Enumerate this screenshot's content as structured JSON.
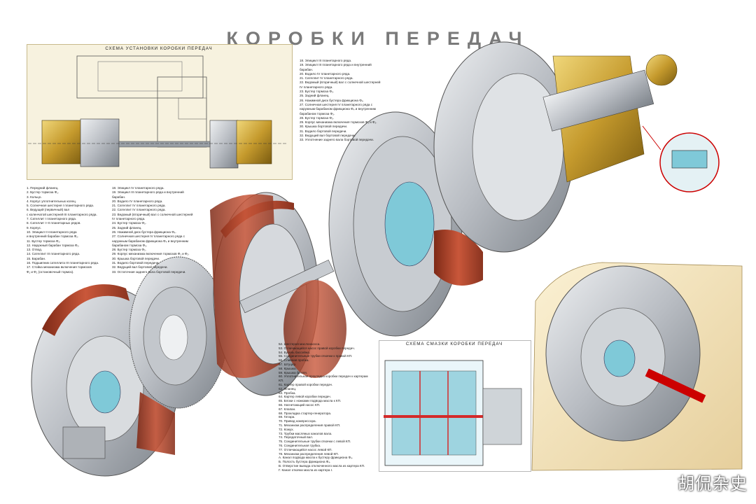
{
  "poster": {
    "title": "КОРОБКИ ПЕРЕДАЧ",
    "install_caption": "СХЕМА УСТАНОВКИ КОРОБКИ ПЕРЕДАЧ",
    "lube_caption": "СХЕМА СМАЗКИ КОРОБКИ ПЕРЕДАЧ",
    "watermark": "胡侃杂史"
  },
  "legend_left": [
    "1. Передний фланец.",
    "2. Бустер тормоза Ф₁.",
    "3. Кольцо.",
    "4. Корпус уплотнительных колец.",
    "5. Солнечная шестерня I планетарного ряда.",
    "6. Ведущий (первичный) вал",
    "   с коленчатой шестерней III планетарного ряда.",
    "7. Сателлит I планетарного ряда.",
    "8. Сателлит I–II планетарных рядов.",
    "9. Корпус.",
    "10. Эпицикл II планетарного ряда",
    "    и внутренний барабан тормоза Ф₂.",
    "11. Бустер тормоза Ф₂.",
    "12. Наружный барабан тормоза Ф₂.",
    "13. Отвод.",
    "14. Сателлит III планетарного ряда.",
    "15. Барабан.",
    "16. Подшипник сателлита III планетарного ряда.",
    "17. Стойка механизма включения тормозов",
    "    Ф₁ и Ф₂ (остановочный тормоз)."
  ],
  "legend_mid": [
    "18. Эпицикл IV планетарного ряда.",
    "19. Эпицикл III планетарного ряда и внутренний",
    "    барабан.",
    "20. Водило IV планетарного ряда.",
    "21. Сателлит IV планетарного ряда.",
    "22. Сателлит IV планетарного ряда.",
    "23. Ведомый (вторичный) вал с солнечной шестерней",
    "    IV планетарного ряда.",
    "24. Бустер тормоза Ф₃.",
    "25. Задний фланец.",
    "26. Нажимной диск бустера фрикциона Ф₄.",
    "27. Солнечная шестерня IV планетарного ряда с",
    "    наружным барабаном фрикциона Ф₄ и внутренним",
    "    барабаном тормоза Ф₃.",
    "28. Бустер тормоза Ф₃.",
    "29. Корпус механизма включения тормозов Ф₁ и Ф₂.",
    "30. Крышка бортовой передачи.",
    "31. Водило бортовой передачи.",
    "32. Ведущий вал бортовой передачи.",
    "33. Остаточная заднего вала бортовой передачи."
  ],
  "legend_top": [
    "18. Эпицикл III планетарного ряда.",
    "19. Эпицикл III планетарного ряда и внутренний",
    "    барабан.",
    "20. Водило IV планетарного ряда.",
    "21. Сателлит IV планетарного ряда.",
    "22. Ведомый (вторичный) вал с солнечной шестерней",
    "    IV планетарного ряда.",
    "23. Бустер тормоза Ф₃.",
    "25. Задний фланец.",
    "26. Нажимной диск бустера фрикциона Ф₄.",
    "27. Солнечная шестерня IV планетарного ряда с",
    "    наружным барабаном фрикциона Ф₄ и внутренним",
    "    барабаном тормоза Ф₃.",
    "28. Бустер тормоза Ф₃.",
    "29. Корпус механизма включения тормозов Ф₁ и Ф₂.",
    "30. Крышка бортовой передачи.",
    "31. Водило бортовой передачи.",
    "32. Ведущий вал бортовой передачи.",
    "33. Уплотнение заднего вала бортовой передачи."
  ],
  "legend_bottom": [
    "52. Шестерня маслонасоса.",
    "53. Отличающийся насос правой коробки передач.",
    "54. Бусель бассейна.",
    "55. Соединительные трубки откачки к правой КП.",
    "56. Сливная пробка.",
    "57. Штуцер.",
    "58. Крышка.",
    "59. Крышка бугеля.",
    "60. Уплотнительная прокладка коробки передач к картерам",
    "    КП.",
    "61. Картер правой коробки передач.",
    "62. Фланец.",
    "63. Пробка.",
    "64. Картер левой коробки передач.",
    "65. Блоки с ножками подвода масла к КП.",
    "66. Нагнетающий насос КП.",
    "67. Клапан.",
    "68. Прокладка стартер-генератора.",
    "69. Гитара.",
    "70. Привод компрессора.",
    "71. Механизм распределения правой КП.",
    "72. Кожух.",
    "73. Трубки масляных каналов вала.",
    "74. Передаточный вал.",
    "75. Соединительные трубки откачки с левой КП.",
    "76. Соединительная трубка.",
    "77. Отличающийся насос левой КП.",
    "78. Механизм распределения левой КП.",
    "A. Канал подвода масла к бустеру фрикциона Ф₄.",
    "Б. Полость бустера фрикциона Ф₄.",
    "В. Отверстие вывода отключенного масла из картера КП.",
    "Г. Канал откачки масла из картера I."
  ],
  "colors": {
    "copper": "#b8482c",
    "brass": "#b8952d",
    "steel": "#c9ccd0",
    "cyan": "#7fc9d8",
    "paper": "#f7f2df",
    "oil_red": "#d42a2a"
  }
}
